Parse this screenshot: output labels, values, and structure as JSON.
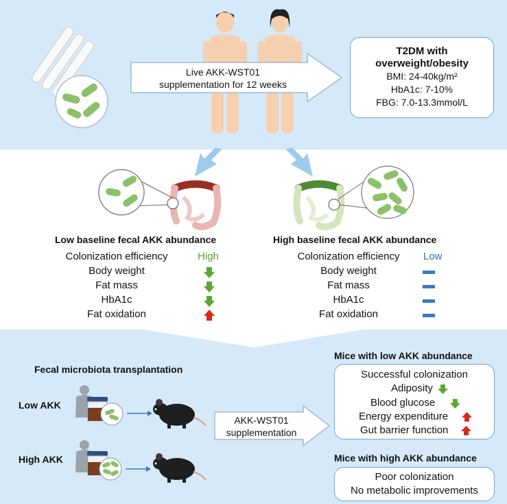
{
  "top": {
    "arrow_text_1": "Live AKK-WST01",
    "arrow_text_2": "supplementation for 12 weeks",
    "box_title_1": "T2DM with",
    "box_title_2": "overweight/obesity",
    "bmi": "BMI: 24-40kg/m²",
    "hba1c": "HbA1c: 7-10%",
    "fbg": "FBG: 7.0-13.3mmol/L"
  },
  "low_group": {
    "title": "Low baseline fecal AKK abundance",
    "rows": [
      {
        "label": "Colonization efficiency",
        "value": "High",
        "indicator": "text"
      },
      {
        "label": "Body weight",
        "indicator": "down-arrow-green"
      },
      {
        "label": "Fat mass",
        "indicator": "down-arrow-green"
      },
      {
        "label": "HbA1c",
        "indicator": "down-arrow-green"
      },
      {
        "label": "Fat oxidation",
        "indicator": "up-arrow-red"
      }
    ]
  },
  "high_group": {
    "title": "High baseline fecal AKK abundance",
    "rows": [
      {
        "label": "Colonization efficiency",
        "value": "Low",
        "indicator": "text"
      },
      {
        "label": "Body weight",
        "indicator": "dash-blue"
      },
      {
        "label": "Fat mass",
        "indicator": "dash-blue"
      },
      {
        "label": "HbA1c",
        "indicator": "dash-blue"
      },
      {
        "label": "Fat oxidation",
        "indicator": "dash-blue"
      }
    ]
  },
  "fmt": {
    "title": "Fecal microbiota transplantation",
    "low_label": "Low AKK",
    "high_label": "High AKK",
    "arrow_text_1": "AKK-WST01",
    "arrow_text_2": "supplementation"
  },
  "mice_low": {
    "title": "Mice with low AKK abundance",
    "items": [
      "Successful colonization",
      "Adiposity",
      "Blood glucose",
      "Energy expenditure",
      "Gut barrier function"
    ]
  },
  "mice_high": {
    "title": "Mice with high AKK abundance",
    "items": [
      "Poor colonization",
      "No metabolic improvements"
    ]
  },
  "colors": {
    "band": "#d6e9f8",
    "box_border": "#6aa6d6",
    "green_arrow": "#5aa832",
    "red_arrow": "#d62a1e",
    "blue_dash": "#3a78c8",
    "high_text": "#5a9a2a",
    "low_text": "#2f6fbe"
  }
}
